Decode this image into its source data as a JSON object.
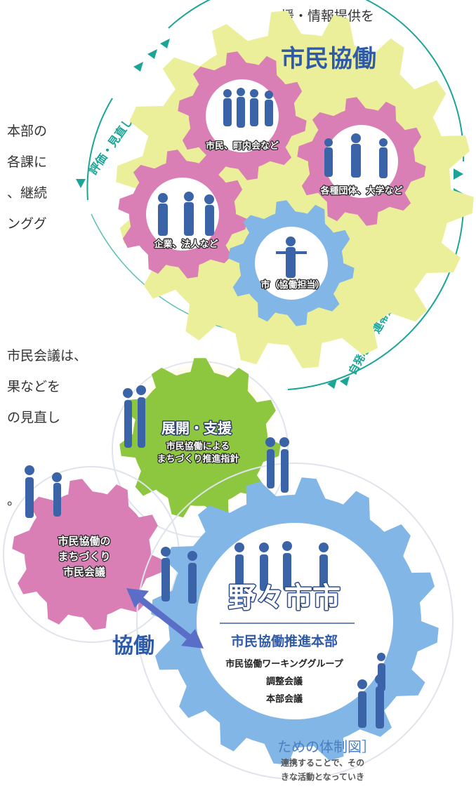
{
  "left_text": {
    "line1": "援・情報提供を",
    "line2": "本部の",
    "line3": "各課に",
    "line4": "、継続",
    "line5": "ンググ",
    "line6": "市民会議は、",
    "line7": "果などを",
    "line8": "の見直し",
    "line9": "。"
  },
  "cycle_labels": {
    "review": "評価・見直し",
    "creativity": "自発心 × 連帯感 × 創造力"
  },
  "top_cluster": {
    "title": "市民協働",
    "gear_citizens": "市民、町内会など",
    "gear_groups": "各種団体、大学など",
    "gear_companies": "企業、法人など",
    "gear_city": "市（協働担当）"
  },
  "green_gear": {
    "title": "展開・支援",
    "line1": "市民協働による",
    "line2": "まちづくり推進指針"
  },
  "pink_gear": {
    "line1": "市民協働の",
    "line2": "まちづくり",
    "line3": "市民会議"
  },
  "blue_gear": {
    "title": "野々市市",
    "subtitle": "市民協働推進本部",
    "item1": "市民協働ワーキンググループ",
    "item2": "調整会議",
    "item3": "本部会議"
  },
  "arrow_label": "協働",
  "caption": {
    "title": "ための体制図］",
    "line1": "連携することで、その",
    "line2": "きな活動となっていき"
  },
  "colors": {
    "yellow_gear": "#ecef9a",
    "pink_gear": "#d97fb5",
    "blue_gear": "#82b6e6",
    "green_gear": "#8dc63f",
    "teal": "#1aa596",
    "arrow": "#5b6ec7",
    "people": "#3b63a8"
  }
}
